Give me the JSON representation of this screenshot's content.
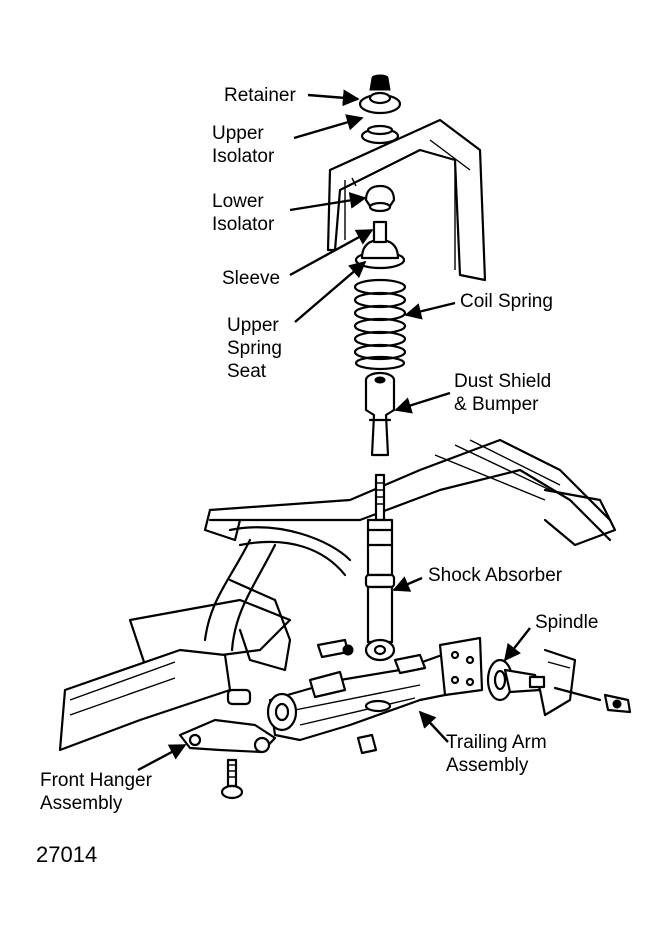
{
  "labels": {
    "retainer": "Retainer",
    "upper_isolator_1": "Upper",
    "upper_isolator_2": "Isolator",
    "lower_isolator_1": "Lower",
    "lower_isolator_2": "Isolator",
    "sleeve": "Sleeve",
    "upper_spring_seat_1": "Upper",
    "upper_spring_seat_2": "Spring",
    "upper_spring_seat_3": "Seat",
    "coil_spring": "Coil Spring",
    "dust_shield_1": "Dust Shield",
    "dust_shield_2": "& Bumper",
    "shock_absorber": "Shock Absorber",
    "spindle": "Spindle",
    "trailing_arm_1": "Trailing Arm",
    "trailing_arm_2": "Assembly",
    "front_hanger_1": "Front Hanger",
    "front_hanger_2": "Assembly"
  },
  "figure_number": "27014",
  "colors": {
    "ink": "#000000",
    "paper": "#ffffff"
  }
}
